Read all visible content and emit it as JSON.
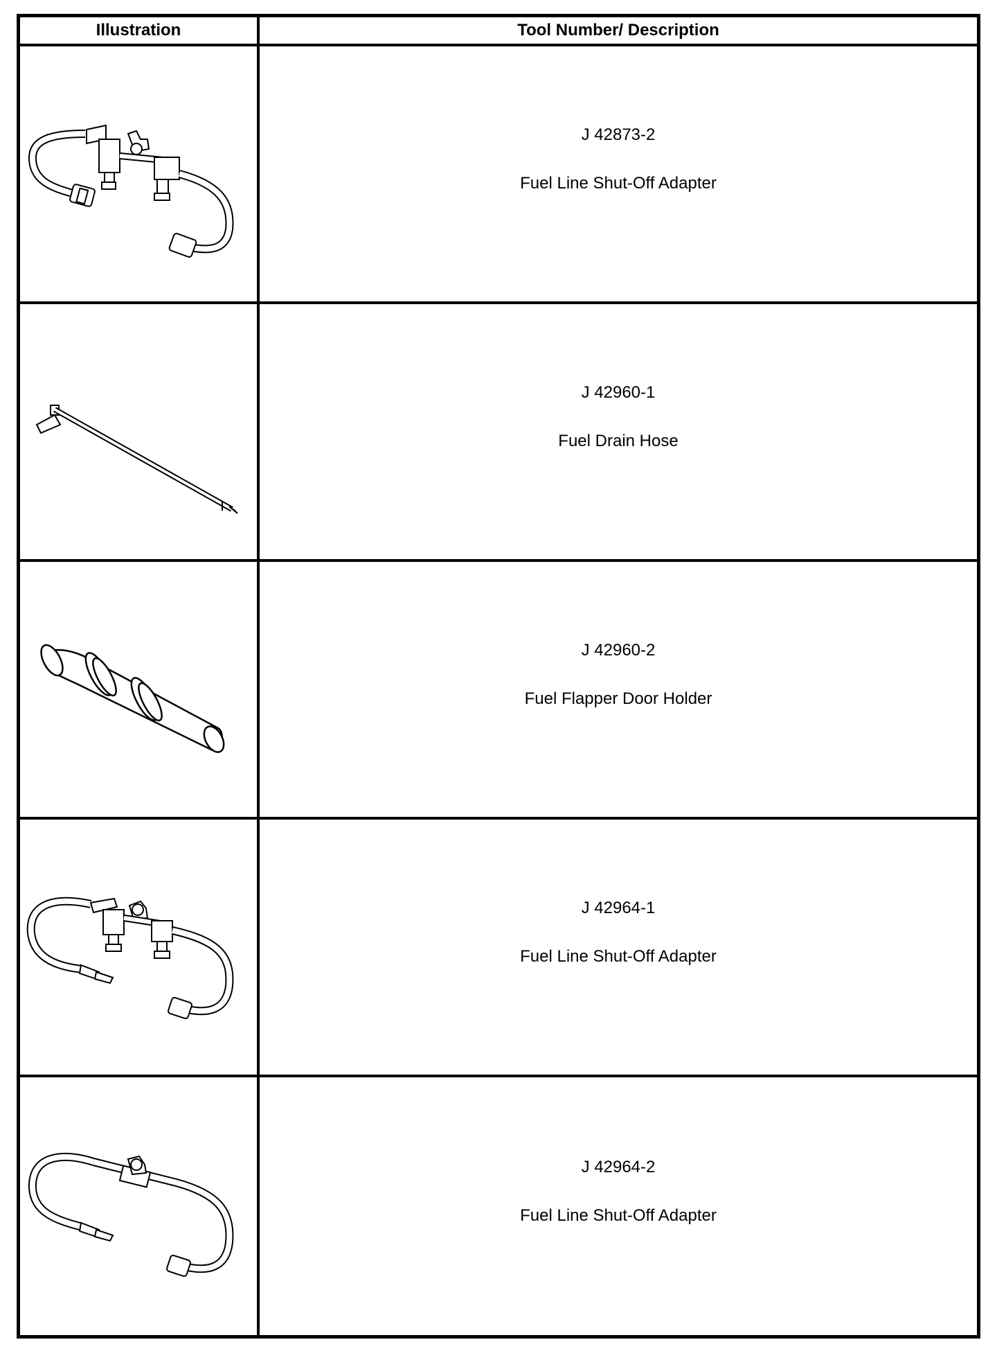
{
  "header": {
    "illustration_label": "Illustration",
    "tool_label": "Tool Number/ Description"
  },
  "tools": [
    {
      "number": "J 42873-2",
      "description": "Fuel Line Shut-Off Adapter",
      "icon": "fuel-line-shut-off-adapter-icon"
    },
    {
      "number": "J 42960-1",
      "description": "Fuel Drain Hose",
      "icon": "fuel-drain-hose-icon"
    },
    {
      "number": "J 42960-2",
      "description": "Fuel Flapper Door Holder",
      "icon": "fuel-flapper-door-holder-icon"
    },
    {
      "number": "J 42964-1",
      "description": "Fuel Line Shut-Off Adapter",
      "icon": "fuel-line-shut-off-adapter-icon"
    },
    {
      "number": "J 42964-2",
      "description": "Fuel Line Shut-Off Adapter",
      "icon": "fuel-line-shut-off-adapter-icon"
    }
  ]
}
